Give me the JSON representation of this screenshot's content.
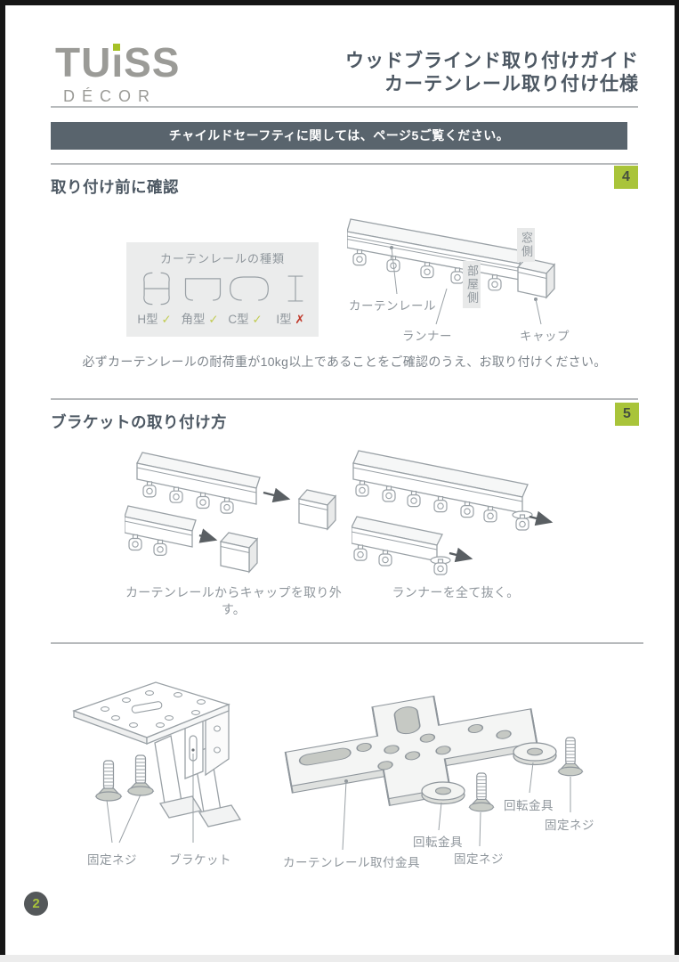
{
  "logo": {
    "word_pre": "TU",
    "word_post": "SS",
    "sub": "DÉCOR"
  },
  "header": {
    "title_line1": "ウッドブラインド取り付けガイド",
    "title_line2": "カーテンレール取り付け仕様"
  },
  "banner": {
    "text": "チャイルドセーフティに関しては、ページ5ご覧ください。"
  },
  "section4": {
    "badge": "4",
    "title": "取り付け前に確認",
    "rail_types": {
      "title": "カーテンレールの種類",
      "items": [
        {
          "label": "H型",
          "mark": "✓"
        },
        {
          "label": "角型",
          "mark": "✓"
        },
        {
          "label": "C型",
          "mark": "✓"
        },
        {
          "label": "I型",
          "mark": "✗"
        }
      ]
    },
    "rail_diagram": {
      "window_side": "窓側",
      "room_side": "部屋側",
      "rail_label": "カーテンレール",
      "runner_label": "ランナー",
      "cap_label": "キャップ"
    },
    "note": "必ずカーテンレールの耐荷重が10kg以上であることをご確認のうえ、お取り付けください。"
  },
  "section5": {
    "badge": "5",
    "title": "ブラケットの取り付け方",
    "step1_caption": "カーテンレールからキャップを取り外す。",
    "step2_caption": "ランナーを全て抜く。",
    "bracket_parts": {
      "screw_label": "固定ネジ",
      "bracket_label": "ブラケット"
    },
    "plate_parts": {
      "plate_label": "カーテンレール取付金具",
      "washer_label_1": "回転金具",
      "screw_label_1": "固定ネジ",
      "washer_label_2": "回転金具",
      "screw_label_2": "固定ネジ"
    }
  },
  "footer": {
    "page_number": "2"
  },
  "colors": {
    "accent_green": "#a9c43a",
    "slate": "#4d5863",
    "banner_bg": "#59646d",
    "check_green": "#c2cc55",
    "cross_red": "#c0392b"
  }
}
